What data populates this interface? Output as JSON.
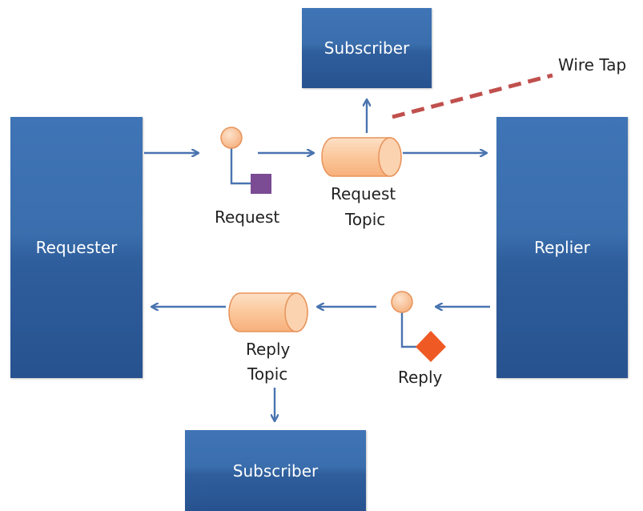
{
  "nodes": {
    "requester": {
      "label": "Requester"
    },
    "replier": {
      "label": "Replier"
    },
    "subscriber_top": {
      "label": "Subscriber"
    },
    "subscriber_bottom": {
      "label": "Subscriber"
    }
  },
  "labels": {
    "wire_tap": "Wire Tap",
    "request": "Request",
    "request_topic_line1": "Request",
    "request_topic_line2": "Topic",
    "reply_topic_line1": "Reply",
    "reply_topic_line2": "Topic",
    "reply": "Reply"
  },
  "colors": {
    "box": "#3a6ead",
    "arrow": "#4a74b0",
    "topic_fill": "#fbc79a",
    "topic_stroke": "#e8935a",
    "request_message": "#7b4b94",
    "reply_message": "#ef5a24",
    "wire_tap": "#c0504d"
  }
}
